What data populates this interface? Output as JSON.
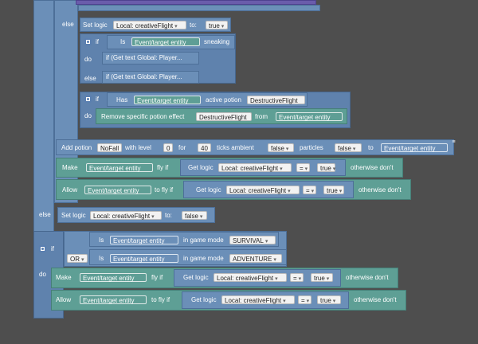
{
  "labels": {
    "else": "else",
    "if": "if",
    "do": "do",
    "or": "OR",
    "is": "Is",
    "has": "Has",
    "sneaking": "sneaking",
    "active_potion": "active potion",
    "set_logic": "Set logic",
    "to": "to:",
    "to_plain": "to",
    "make": "Make",
    "fly_if": "fly if",
    "allow": "Allow",
    "to_fly_if": "to fly if",
    "get_logic": "Get logic",
    "otherwise_dont": "otherwise don't",
    "add_potion": "Add potion",
    "with_level": "with level",
    "for": "for",
    "ticks_ambient": "ticks ambient",
    "particles": "particles",
    "remove_effect": "Remove specific potion effect",
    "from": "from",
    "in_game_mode": "in game mode",
    "get_text_1": "if (Get text Global: Player...",
    "get_text_2": "if (Get text Global: Player..."
  },
  "values": {
    "local_var": "Local: creativeFlight",
    "true": "true",
    "false": "false",
    "event_entity": "Event/target entity",
    "eq": "=",
    "potion_name": "DestructiveFlight",
    "potion_nofall": "NoFall",
    "level": "0",
    "ticks": "40",
    "mode_survival": "SURVIVAL",
    "mode_adventure": "ADVENTURE"
  },
  "colors": {
    "background": "#4e4e4e",
    "block_blue": "#6b8fb8",
    "block_teal": "#5e9f95",
    "block_purple": "#6a5cab"
  },
  "icons": [
    "gear-icon",
    "menu-icon"
  ]
}
